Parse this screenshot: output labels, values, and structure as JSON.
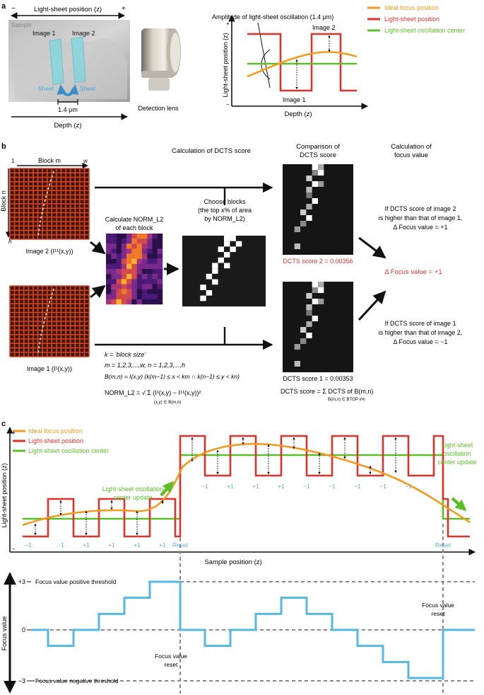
{
  "colors": {
    "ideal": "#f39a1e",
    "sheet": "#e0322b",
    "center": "#5bbf2a",
    "focus": "#56b8e0",
    "reset": "#5aaed6",
    "red_text": "#e0322b",
    "grid_red": "#e04020",
    "grid_bg": "#2a1a14",
    "dark": "#1a1a1a"
  },
  "panel_a": {
    "letter": "a",
    "sample_label": "Sample",
    "top_arrow_label": "Light-sheet position (z)",
    "minus": "−",
    "plus": "+",
    "image1": "Image 1",
    "image2": "Image 2",
    "sheet_left": "Sheet",
    "sheet_right": "Sheet",
    "spacing": "1.4 μm",
    "depth": "Depth (z)",
    "detection_lens": "Detection lens",
    "amplitude": "Amplitude of light-sheet oscillation (1.4 μm)",
    "legend": [
      "Ideal focus position",
      "Light-sheet position",
      "Light-sheet oscillation center"
    ],
    "y_axis": "Light-sheet position (z)",
    "x_axis": "Depth (z)",
    "plus_axis": "+",
    "minus_axis": "−",
    "chart_image1": "Image 1",
    "chart_image2": "Image 2"
  },
  "panel_b": {
    "letter": "b",
    "block_m": "Block m",
    "one": "1",
    "w": "w",
    "h": "h",
    "block_n": "Block n",
    "image2": "Image 2 (I¹¹(x,y))",
    "image1": "Image 1 (I¹(x,y))",
    "calc_dcts": "Calculation of DCTS score",
    "calc_norm": [
      "Calculate NORM_L2",
      "of each block"
    ],
    "choose": [
      "Choose blocks",
      "(the top x% of area",
      "by NORM_L2)"
    ],
    "comparison": [
      "Comparison of",
      "DCTS score"
    ],
    "calc_focus": [
      "Calculation of",
      "focus value"
    ],
    "if2": [
      "If DCTS score of image 2",
      "is higher than that of image 1,",
      "Δ Focus value = +1"
    ],
    "if1": [
      "If DCTS score of image 1",
      "is higher than that of image 2,",
      "Δ Focus value = −1"
    ],
    "delta_result": "Δ Focus value = +1",
    "dcts2": "DCTS score 2 = 0.00356",
    "dcts1": "DCTS score 1 = 0.00353",
    "dcts_sum": "DCTS score = Σ DCTS of B(m,n)",
    "dcts_sub": "B(m,n) ∈ BTOP x%",
    "k_def": "k = ‘block size’",
    "mn_def": "m = 1,2,3,...,w, n = 1,2,3,...,h",
    "b_def": "B(m,n) = I(x,y) (k(m−1) ≤ x < km ∩ k(n−1) ≤ y < kn)",
    "norm_def": "NORM_L2 = √ Σ (I¹(x,y) − I¹¹(x,y))²",
    "norm_sub": "(x,y) ∈ B(m,n)"
  },
  "panel_c": {
    "letter": "c",
    "legend": [
      "Ideal focus position",
      "Light-sheet position",
      "Light-sheet oscillation center"
    ],
    "y_axis_top": "Light-sheet position (z)",
    "plus": "+",
    "minus": "−",
    "update_left": [
      "Light-sheet oscillation",
      "center update"
    ],
    "update_right": [
      "Light-sheet",
      "oscillation",
      "center update"
    ],
    "x_axis": "Sample position (z)",
    "reset": "Reset",
    "low_labels": [
      "−1",
      "+1",
      "+1",
      "+1",
      "+1"
    ],
    "high_labels": [
      "−1",
      "+1",
      "+1",
      "+1",
      "−1",
      "−1",
      "−1",
      "−1",
      "−1"
    ],
    "y_axis_bottom": "Focus value",
    "tick_p3": "+3",
    "tick_0": "0",
    "tick_m3": "−3",
    "pos_threshold": "Focus value positive threshold",
    "neg_threshold": "Focus value negative threshold",
    "reset_label_left": [
      "Focus value",
      "reset"
    ],
    "reset_label_right": [
      "Focus value",
      "reset"
    ],
    "focus_steps": [
      0,
      -1,
      0,
      1,
      2,
      3,
      0,
      -1,
      0,
      1,
      2,
      1,
      0,
      -1,
      -2,
      -3,
      0
    ]
  }
}
